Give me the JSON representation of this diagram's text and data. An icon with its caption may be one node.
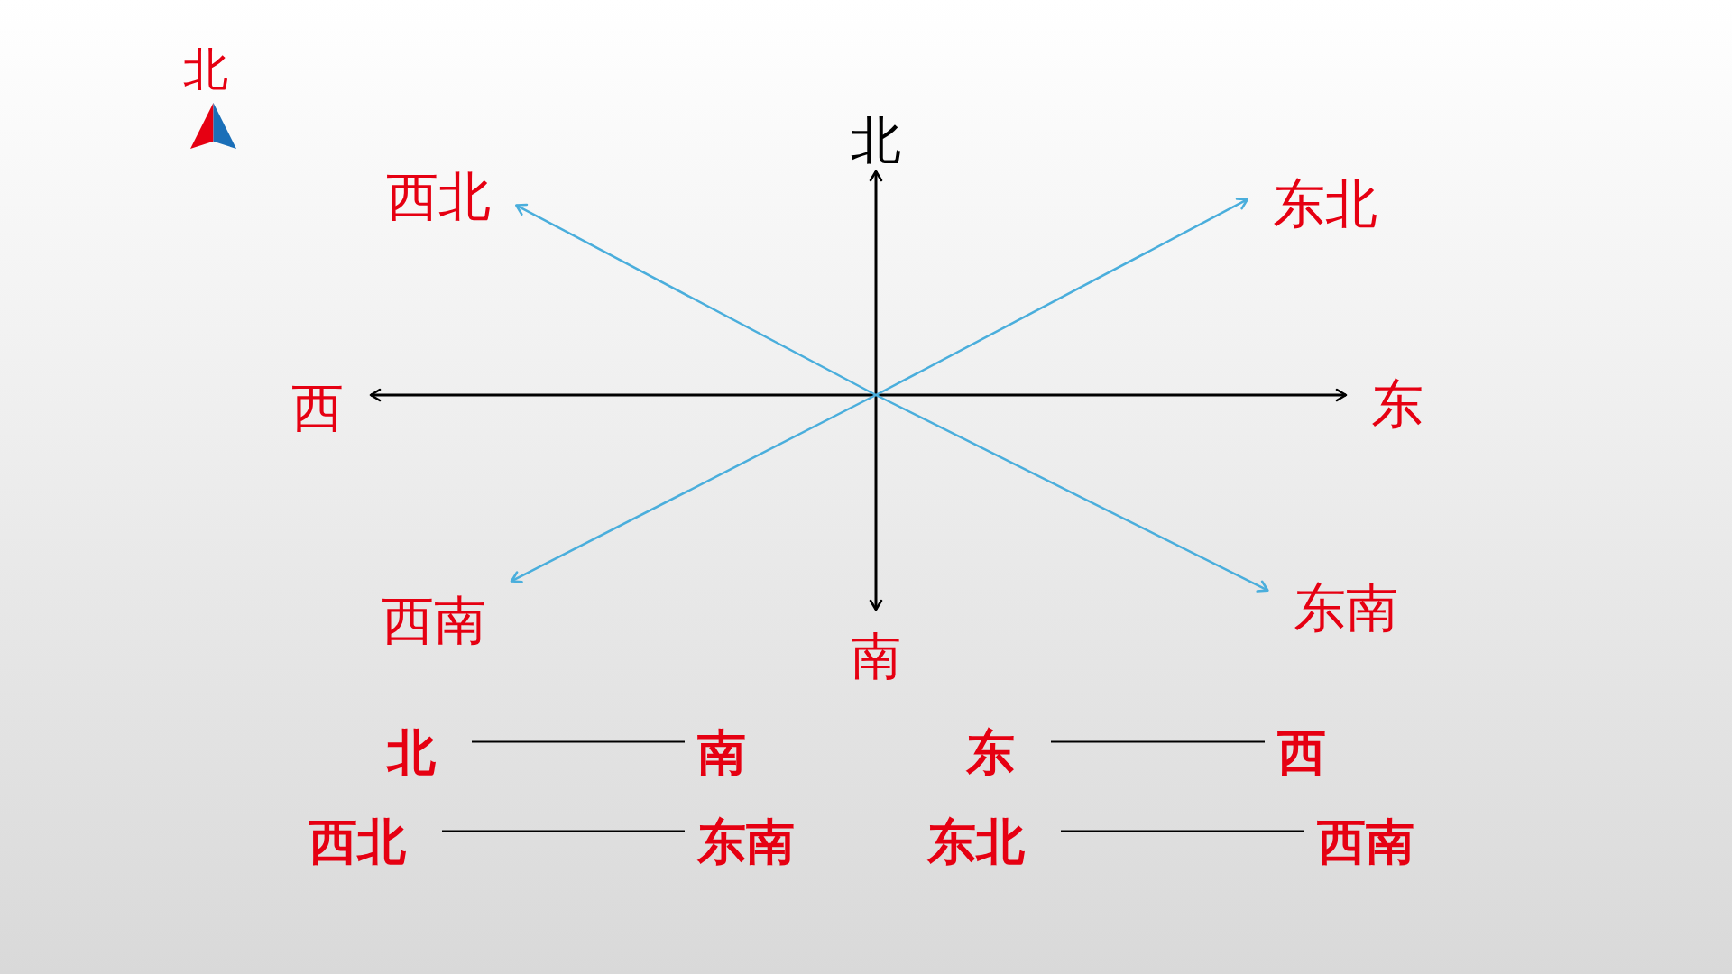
{
  "diagram": {
    "nodes": [
      {
        "text": [
          "北"
        ]
      },
      {
        "text": [
          "西北"
        ]
      },
      {
        "text": [
          "东北"
        ]
      },
      {
        "text": [
          "西"
        ]
      },
      {
        "text": [
          "东"
        ]
      },
      {
        "text": [
          "西南"
        ]
      },
      {
        "text": [
          "东南"
        ]
      },
      {
        "text": [
          "南"
        ]
      },
      {
        "text": [
          "北"
        ]
      },
      {
        "text": [
          "南"
        ]
      },
      {
        "text": [
          "东"
        ]
      },
      {
        "text": [
          "西"
        ]
      },
      {
        "text": [
          "西北"
        ]
      },
      {
        "text": [
          "东南"
        ]
      },
      {
        "text": [
          "东北"
        ]
      },
      {
        "text": [
          "西南"
        ]
      }
    ],
    "edges": [
      {
        "from": 3,
        "to": 4,
        "arrow": "both"
      },
      {
        "from": 0,
        "to": 7,
        "arrow": "both"
      },
      {
        "from": 1,
        "to": 6,
        "arrow": "both",
        "color": "#4aaedc"
      },
      {
        "from": 2,
        "to": 5,
        "arrow": "both",
        "color": "#4aaedc"
      },
      {
        "from": 8,
        "to": 9,
        "arrow": "none"
      },
      {
        "from": 10,
        "to": 11,
        "arrow": "none"
      },
      {
        "from": 12,
        "to": 13,
        "arrow": "none"
      },
      {
        "from": 14,
        "to": 15,
        "arrow": "none"
      }
    ],
    "labels": [
      "北"
    ]
  }
}
